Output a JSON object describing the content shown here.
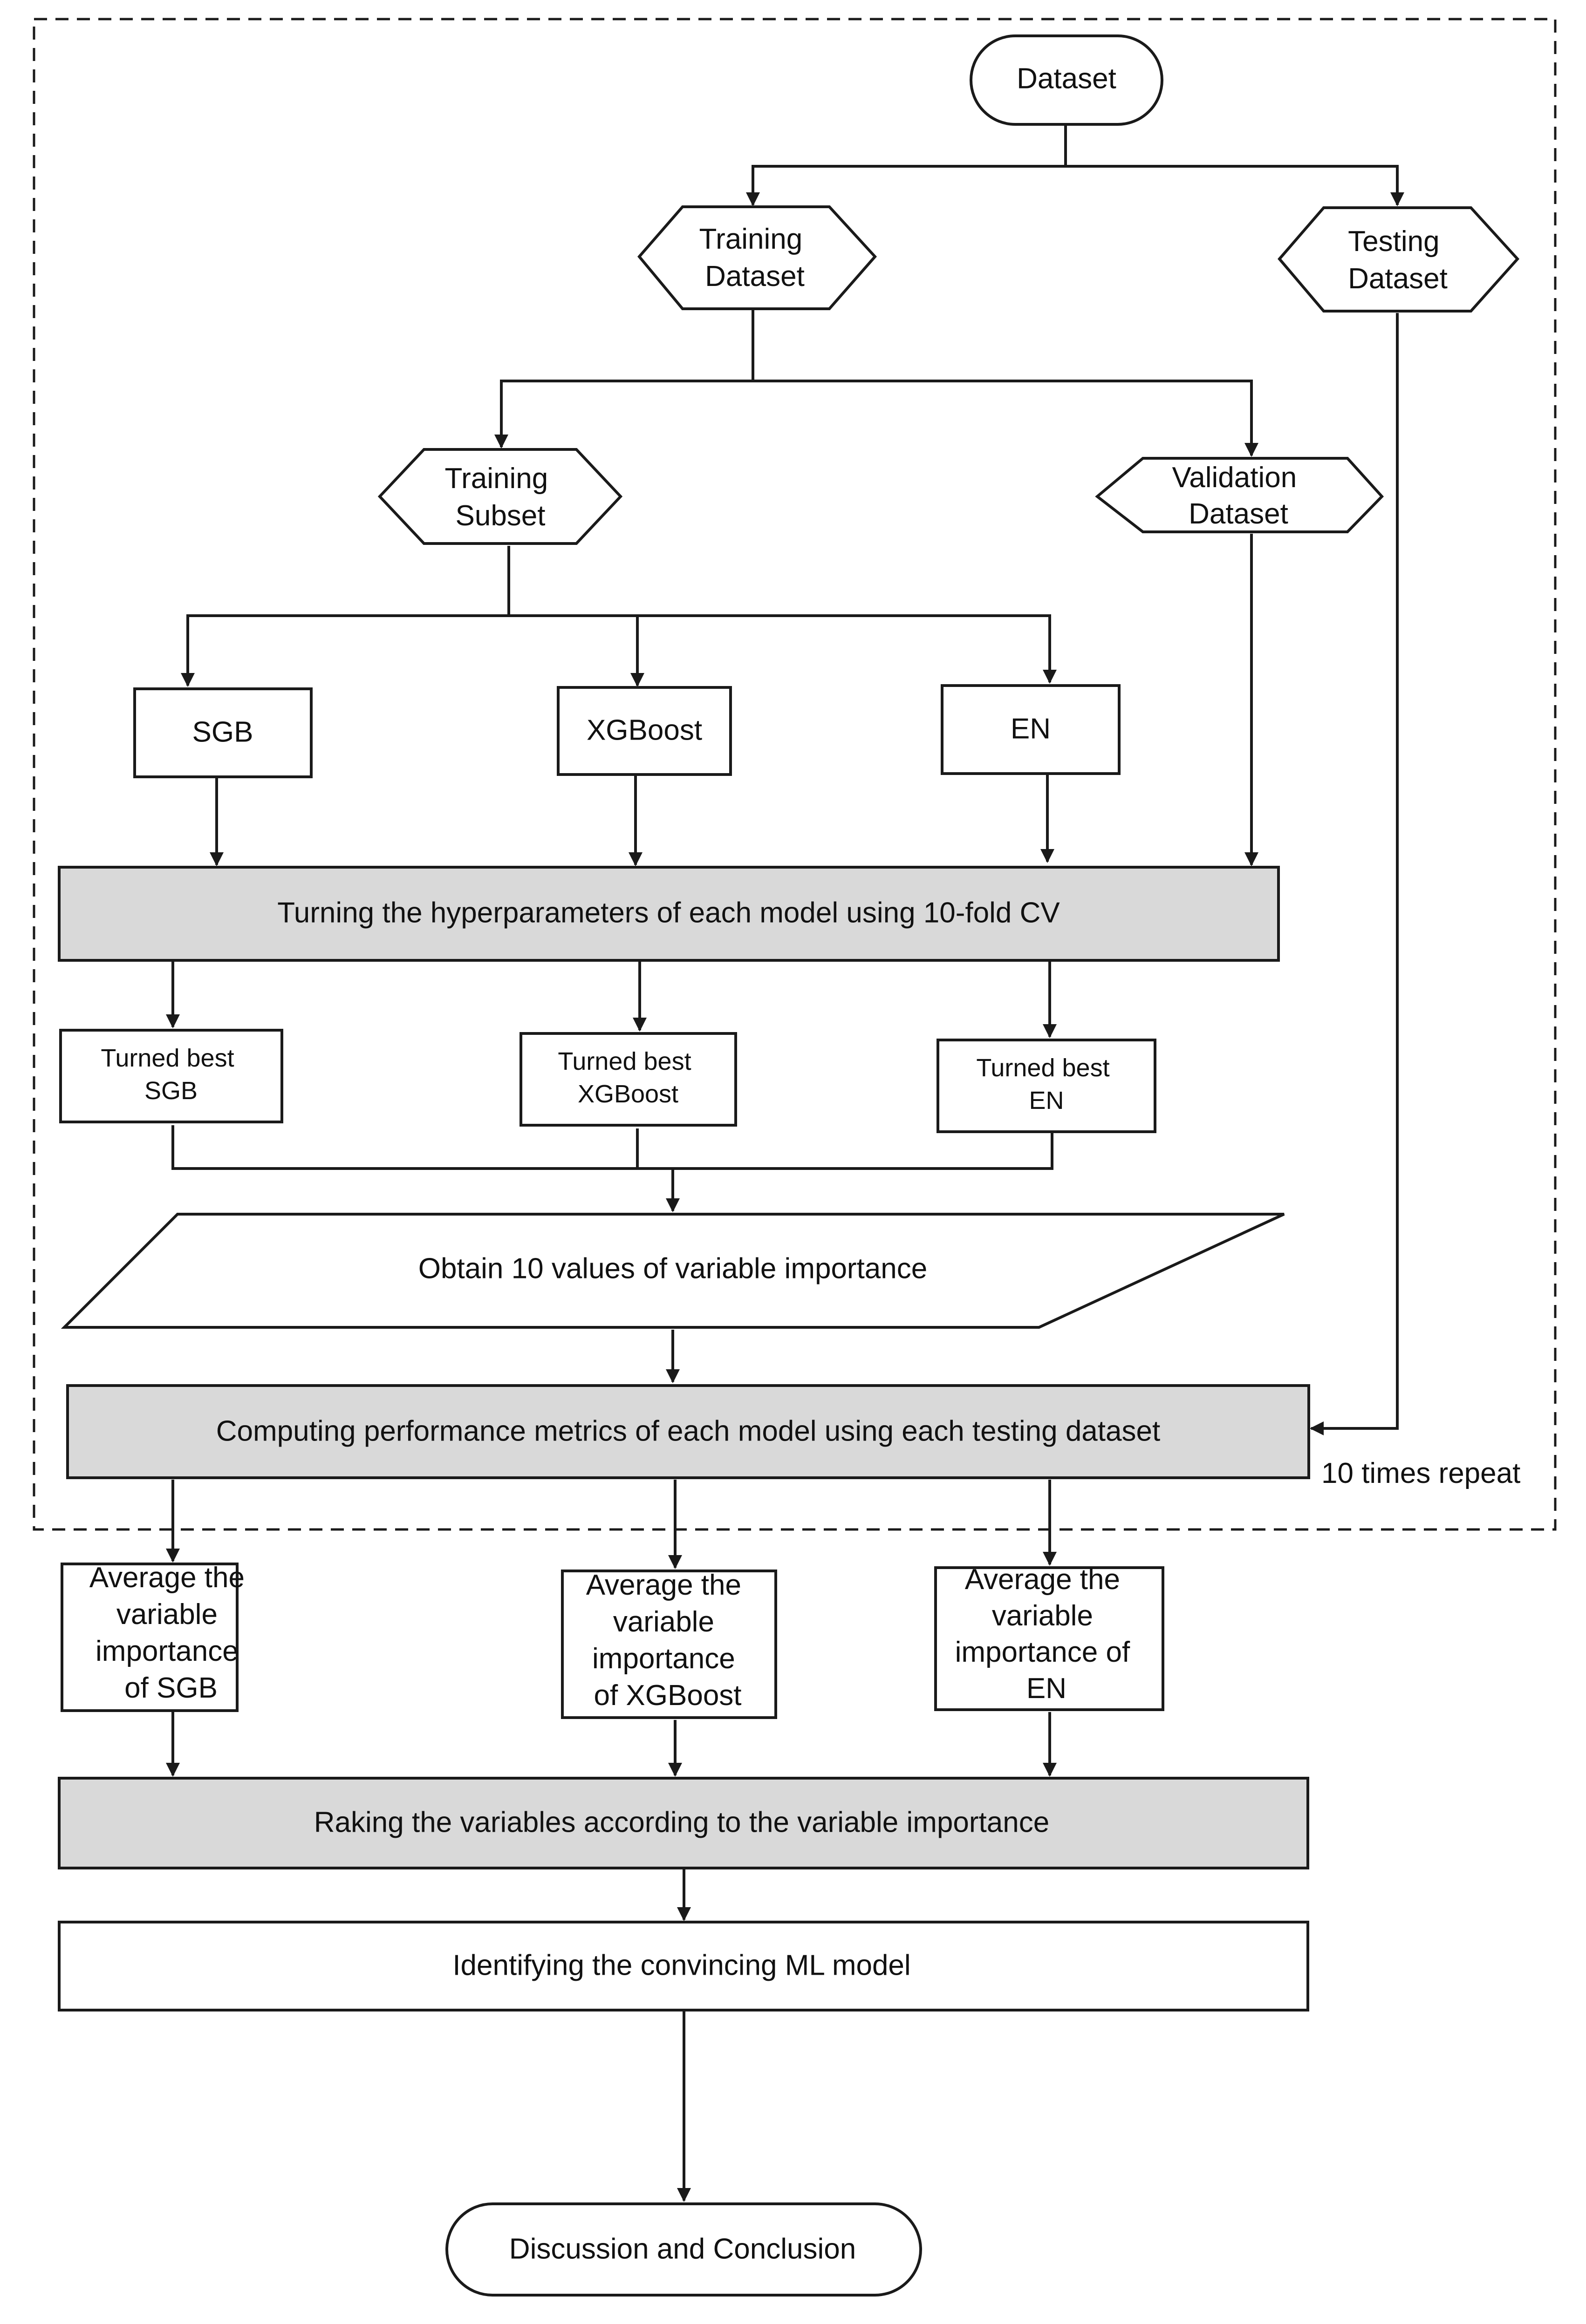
{
  "nodes": {
    "dataset": "Dataset",
    "training_dataset": [
      "Training",
      "Dataset"
    ],
    "testing_dataset": [
      "Testing",
      "Dataset"
    ],
    "training_subset": [
      "Training",
      "Subset"
    ],
    "validation_dataset": [
      "Validation",
      "Dataset"
    ],
    "sgb": "SGB",
    "xgboost": "XGBoost",
    "en": "EN",
    "tuning": "Turning the hyperparameters of each model using 10-fold CV",
    "best_sgb": [
      "Turned best",
      "SGB"
    ],
    "best_xgboost": [
      "Turned best",
      "XGBoost"
    ],
    "best_en": [
      "Turned best",
      "EN"
    ],
    "obtain": "Obtain 10 values of variable importance",
    "computing": "Computing performance metrics of each model using each testing dataset",
    "repeat": "10 times repeat",
    "avg_sgb": [
      "Average the",
      "variable",
      "importance",
      "of SGB"
    ],
    "avg_xgboost": [
      "Average the",
      "variable",
      "importance",
      "of XGBoost"
    ],
    "avg_en": [
      "Average the",
      "variable",
      "importance of",
      "EN"
    ],
    "ranking": "Raking the variables according to the variable importance",
    "identifying": "Identifying the convincing ML model",
    "conclusion": "Discussion and Conclusion"
  },
  "colors": {
    "stroke": "#1a1a1a",
    "gray_fill": "#d9d9d9",
    "white_fill": "#ffffff"
  }
}
